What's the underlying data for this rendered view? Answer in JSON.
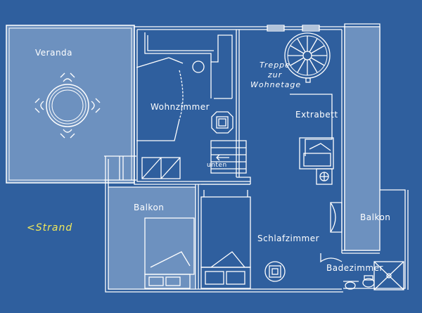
{
  "rooms": {
    "veranda": "Veranda",
    "wohnzimmer": "Wohnzimmer",
    "treppe_line1": "Treppe",
    "treppe_line2": "zur",
    "treppe_line3": "Wohnetage",
    "extrabett": "Extrabett",
    "unten": "unten",
    "balkon_left": "Balkon",
    "balkon_right": "Balkon",
    "schlafzimmer": "Schlafzimmer",
    "badezimmer": "Badezimmer"
  },
  "direction_label": "<Strand",
  "colors": {
    "background": "#2f5f9e",
    "lines": "#ffffff",
    "balcony_fill": "#6d91bf",
    "accent_text": "#f2e95a"
  }
}
